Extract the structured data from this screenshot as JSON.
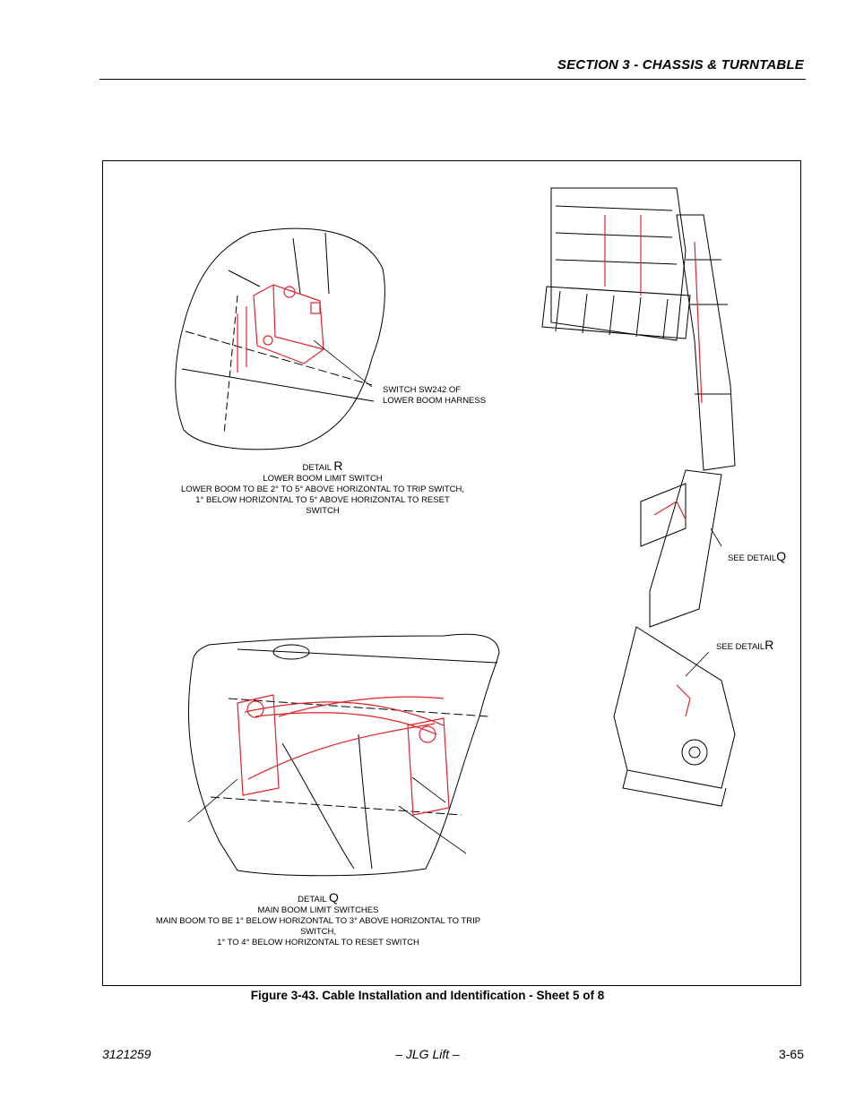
{
  "header": {
    "section_title": "SECTION 3 - CHASSIS & TURNTABLE"
  },
  "figure": {
    "caption": "Figure 3-43.  Cable Installation and Identification - Sheet 5 of 8",
    "detail_r": {
      "callout_line1": "SWITCH SW242 OF",
      "callout_line2": "LOWER BOOM HARNESS",
      "detail_word": "DETAIL",
      "detail_letter": "R",
      "desc1": "LOWER BOOM LIMIT SWITCH",
      "desc2": "LOWER BOOM TO BE 2° TO 5° ABOVE HORIZONTAL TO TRIP SWITCH,",
      "desc3": "1° BELOW HORIZONTAL TO 5° ABOVE HORIZONTAL TO RESET SWITCH"
    },
    "detail_q": {
      "detail_word": "DETAIL",
      "detail_letter": "Q",
      "desc1": "MAIN BOOM LIMIT SWITCHES",
      "desc2": "MAIN BOOM TO BE 1° BELOW HORIZONTAL TO 3° ABOVE HORIZONTAL TO TRIP SWITCH,",
      "desc3": "1° TO 4° BELOW HORIZONTAL TO RESET SWITCH"
    },
    "see_detail_q": {
      "word": "SEE DETAIL",
      "letter": "Q"
    },
    "see_detail_r": {
      "word": "SEE DETAIL",
      "letter": "R"
    }
  },
  "footer": {
    "doc_number": "3121259",
    "center": "– JLG Lift –",
    "page_number": "3-65"
  },
  "colors": {
    "harness_red": "#e0242a",
    "line_black": "#000000"
  }
}
